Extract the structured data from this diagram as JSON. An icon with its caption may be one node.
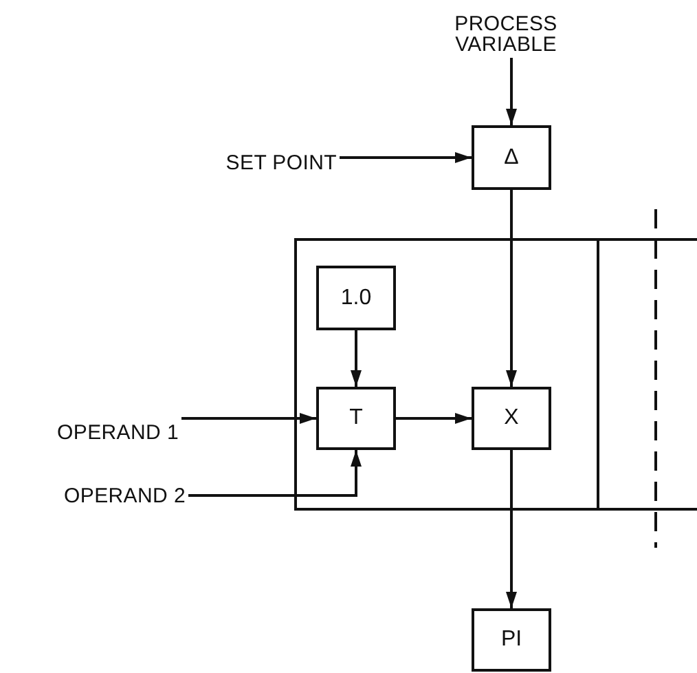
{
  "diagram": {
    "nodes": [
      {
        "text": [
          "PROCESS VARIABLE"
        ]
      },
      {
        "text": [
          "SET POINT"
        ]
      },
      {
        "text": [
          "Δ"
        ]
      },
      {
        "text": [],
        "shape": "box"
      },
      {
        "text": [
          "1.0"
        ],
        "in": 3
      },
      {
        "text": [
          "T"
        ],
        "in": 3
      },
      {
        "text": [
          "X"
        ],
        "in": 3
      },
      {
        "text": [
          "OPERAND 1"
        ]
      },
      {
        "text": [
          "OPERAND 2"
        ]
      },
      {
        "text": [
          "PI"
        ]
      }
    ],
    "edges": [
      {
        "from": 0,
        "to": 2,
        "arrow": "to"
      },
      {
        "from": 1,
        "to": 2,
        "arrow": "to"
      },
      {
        "from": 2,
        "to": 6,
        "arrow": "to"
      },
      {
        "from": 4,
        "to": 5,
        "arrow": "to"
      },
      {
        "from": 7,
        "to": 5,
        "arrow": "to"
      },
      {
        "from": 8,
        "to": 5,
        "arrow": "to"
      },
      {
        "from": 5,
        "to": 6,
        "arrow": "to"
      },
      {
        "from": 6,
        "to": 9,
        "arrow": "to"
      }
    ]
  }
}
